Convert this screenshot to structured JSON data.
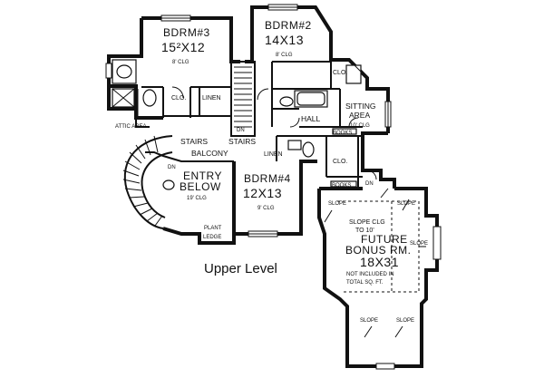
{
  "rooms": {
    "bdrm3": {
      "name": "BDRM#3",
      "size": "15²X12",
      "ceiling": "8' CLG"
    },
    "bdrm2": {
      "name": "BDRM#2",
      "size": "14X13",
      "ceiling": "8' CLG"
    },
    "bdrm4": {
      "name": "BDRM#4",
      "size": "12X13",
      "ceiling": "9' CLG"
    },
    "sitting": {
      "name_line1": "SITTING",
      "name_line2": "AREA",
      "ceiling": "10' CLG"
    },
    "entry": {
      "name_line1": "ENTRY",
      "name_line2": "BELOW",
      "ceiling": "19' CLG"
    },
    "bonus": {
      "name_line1": "FUTURE",
      "name_line2": "BONUS RM.",
      "size": "18X31",
      "ceiling_line1": "SLOPE CLG",
      "ceiling_line2": "TO 10'",
      "note_line1": "NOT INCLUDED IN",
      "note_line2": "TOTAL SQ. FT."
    }
  },
  "labels": {
    "clo": "CLO.",
    "linen": "LINEN",
    "linen2": "LINEN",
    "hall": "HALL",
    "stairs": "STAIRS",
    "balcony": "BALCONY",
    "attic": "ATTIC AREA",
    "dn": "DN",
    "books": "BOOKS",
    "plant1": "PLANT",
    "plant2": "LEDGE",
    "slope": "SLOPE"
  },
  "caption": "Upper Level"
}
